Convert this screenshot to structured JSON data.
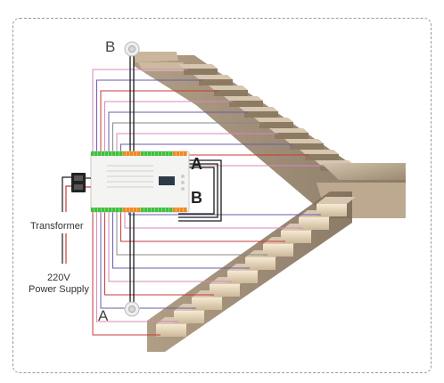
{
  "labels": {
    "sensor_top": "B",
    "sensor_bottom": "A",
    "terminal_a": "A",
    "terminal_b": "B",
    "transformer": "Transformer",
    "power_line1": "220V",
    "power_line2": "Power Supply"
  },
  "wire_colors": {
    "pink": "#d58ab8",
    "blue": "#6a5ca8",
    "red": "#c83a3a",
    "black": "#1a1a1a",
    "gray": "#888888"
  },
  "terminal_colors": {
    "green": "#3cc23c",
    "orange": "#f08a1e"
  },
  "stair_colors": {
    "stone": "#b8a48a",
    "stone_dark": "#8d7a63",
    "stone_light": "#d7c7b0",
    "glow": "#f3e3c4"
  }
}
